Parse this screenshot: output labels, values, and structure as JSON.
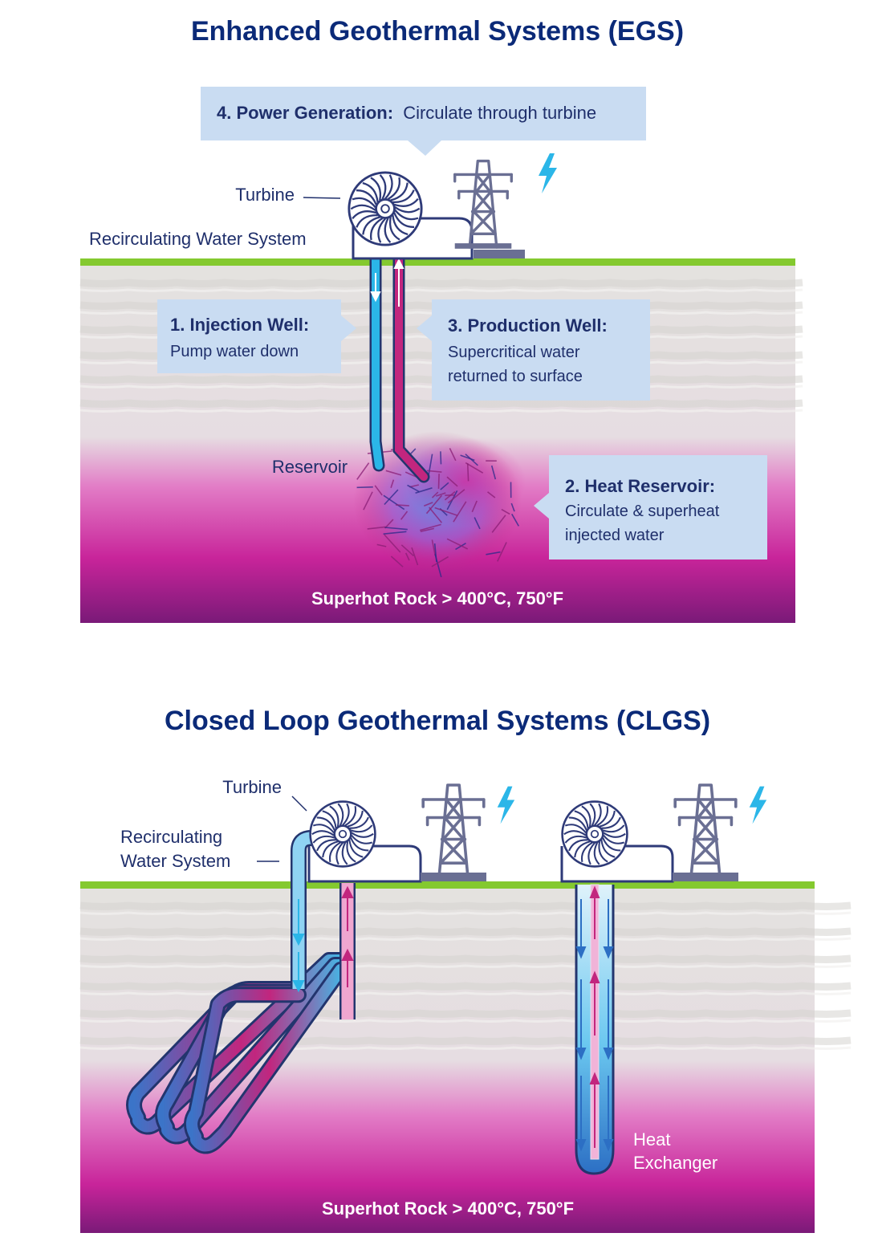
{
  "colors": {
    "title": "#0b2a78",
    "label": "#1f2f6b",
    "callout_bg": "#c9dcf2",
    "grass": "#84c92f",
    "rock_top": "#e4e2df",
    "rock_hot": "#c8249a",
    "rock_deep": "#7a1a78",
    "cold_water": "#2bb6e8",
    "hot_water": "#c2267e",
    "lightning": "#2bb6e8",
    "tower": "#6a6f93"
  },
  "egs": {
    "title": "Enhanced Geothermal Systems (EGS)",
    "power_generation": {
      "title": "4. Power Generation:",
      "text": "Circulate through turbine"
    },
    "turbine_label": "Turbine",
    "recirc_label": "Recirculating Water System",
    "injection_well": {
      "title": "1. Injection Well:",
      "text": "Pump water down"
    },
    "production_well": {
      "title": "3. Production Well:",
      "line1": "Supercritical water",
      "line2": "returned to surface"
    },
    "reservoir_label": "Reservoir",
    "heat_reservoir": {
      "title": "2. Heat Reservoir:",
      "line1": "Circulate & superheat",
      "line2": "injected water"
    },
    "rock_label": "Superhot Rock > 400°C, 750°F",
    "icons": [
      "turbine-icon",
      "power-tower-icon",
      "lightning-icon"
    ]
  },
  "clgs": {
    "title": "Closed Loop Geothermal Systems (CLGS)",
    "turbine_label": "Turbine",
    "recirc_line1": "Recirculating",
    "recirc_line2": "Water System",
    "heat_exchanger_line1": "Heat",
    "heat_exchanger_line2": "Exchanger",
    "rock_label": "Superhot Rock > 400°C, 750°F",
    "icons": [
      "turbine-icon",
      "power-tower-icon",
      "lightning-icon"
    ]
  }
}
